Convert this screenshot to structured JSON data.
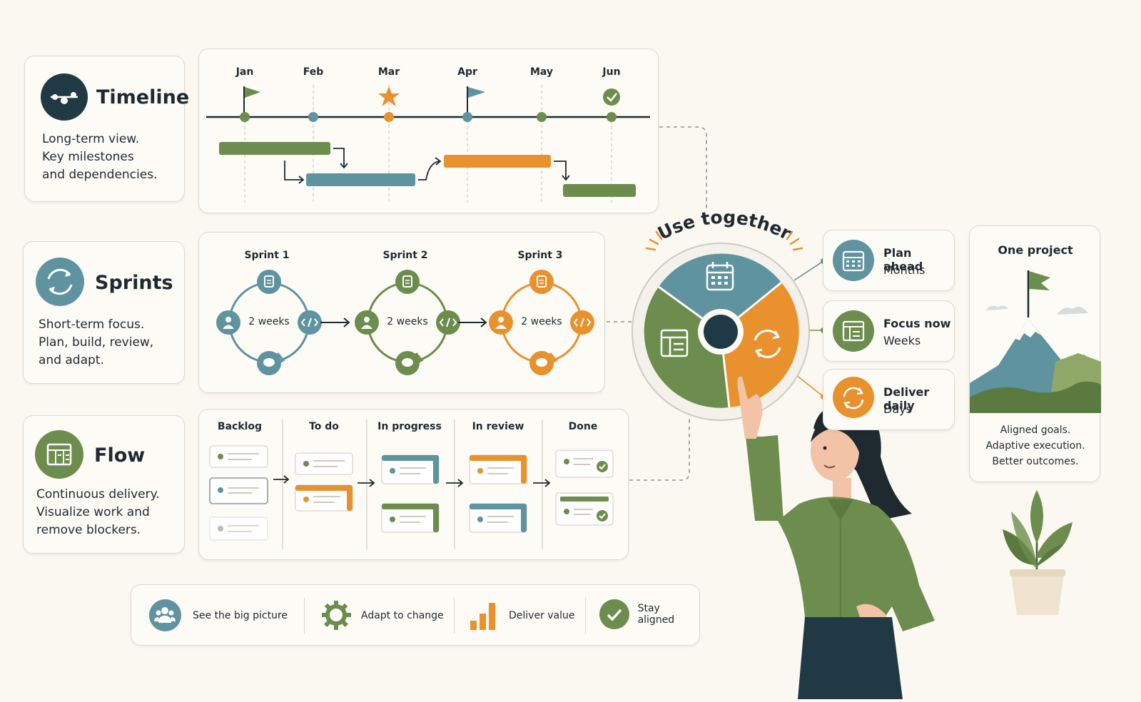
{
  "colors": {
    "dark": "#1f3a44",
    "teal": "#5f93a0",
    "green": "#6c8d4e",
    "orange": "#e8912d",
    "background": "#fbf8f1",
    "border": "#dcd9d0"
  },
  "methods": [
    {
      "id": "timeline",
      "title": "Timeline",
      "icon": "timeline-icon",
      "desc": [
        "Long-term view.",
        "Key milestones",
        "and dependencies."
      ]
    },
    {
      "id": "sprints",
      "title": "Sprints",
      "icon": "cycle-icon",
      "desc": [
        "Short-term focus.",
        "Plan, build, review,",
        "and adapt."
      ]
    },
    {
      "id": "flow",
      "title": "Flow",
      "icon": "board-icon",
      "desc": [
        "Continuous delivery.",
        "Visualize work and",
        "remove blockers."
      ]
    }
  ],
  "timeline": {
    "months": [
      "Jan",
      "Feb",
      "Mar",
      "Apr",
      "May",
      "Jun"
    ],
    "milestones": [
      "flag-icon",
      "",
      "star-icon",
      "flag-icon",
      "",
      "check-icon"
    ]
  },
  "sprints": [
    {
      "label": "Sprint 1",
      "duration": "2 weeks",
      "color": "#5f93a0"
    },
    {
      "label": "Sprint 2",
      "duration": "2 weeks",
      "color": "#6c8d4e"
    },
    {
      "label": "Sprint 3",
      "duration": "2 weeks",
      "color": "#e8912d"
    }
  ],
  "flow": {
    "columns": [
      "Backlog",
      "To do",
      "In progress",
      "In review",
      "Done"
    ]
  },
  "center": {
    "title": "Use together"
  },
  "modes": [
    {
      "title": "Plan ahead",
      "sub": "Months",
      "icon": "calendar-icon",
      "color": "#5f93a0"
    },
    {
      "title": "Focus now",
      "sub": "Weeks",
      "icon": "board-icon",
      "color": "#6c8d4e"
    },
    {
      "title": "Deliver daily",
      "sub": "Days",
      "icon": "refresh-icon",
      "color": "#e8912d"
    }
  ],
  "project": {
    "title": "One project",
    "lines": [
      "Aligned goals.",
      "Adaptive execution.",
      "Better outcomes."
    ]
  },
  "benefits": [
    {
      "label": "See the big picture",
      "icon": "team-icon"
    },
    {
      "label": "Adapt to change",
      "icon": "gear-icon"
    },
    {
      "label": "Deliver value",
      "icon": "bar-chart-icon"
    },
    {
      "label": "Stay aligned",
      "icon": "check-circle-icon"
    }
  ]
}
